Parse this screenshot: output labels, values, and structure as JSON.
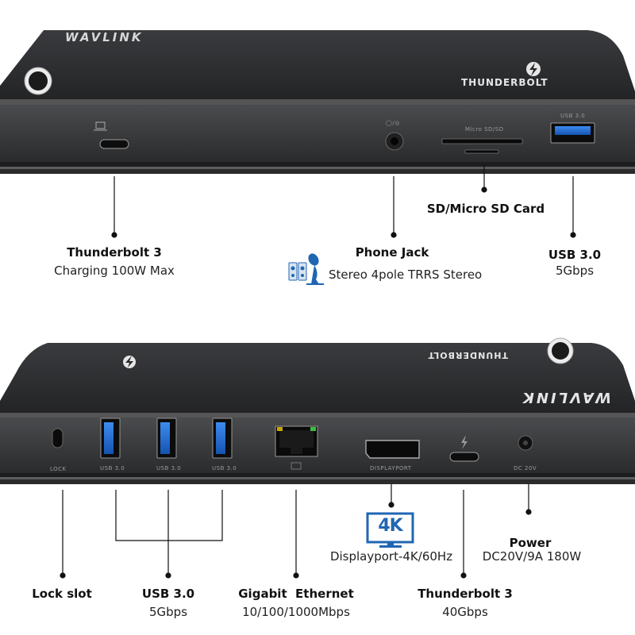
{
  "brand": "WAVLINK",
  "thunderbolt_logo_text": "THUNDERBOLT",
  "front": {
    "port_prints": {
      "audio": "◯/◎",
      "sd": "Micro SD/SD",
      "usb": "USB 3.0"
    },
    "labels": {
      "tb3": {
        "title": "Thunderbolt 3",
        "sub": "Charging 100W Max"
      },
      "phone": {
        "title": "Phone Jack",
        "sub": "Stereo 4pole TRRS Stereo"
      },
      "sd": {
        "title": "SD/Micro SD Card"
      },
      "usb": {
        "title": "USB 3.0",
        "sub": "5Gbps"
      }
    }
  },
  "rear": {
    "port_prints": {
      "lock": "LOCK",
      "usb1": "USB 3.0",
      "usb2": "USB 3.0",
      "usb3": "USB 3.0",
      "displayport": "DISPLAYPORT",
      "dc": "DC 20V"
    },
    "badge_4k": "4K",
    "labels": {
      "lock": {
        "title": "Lock slot"
      },
      "usb": {
        "title": "USB 3.0",
        "sub": "5Gbps"
      },
      "ethernet": {
        "title": "Gigabit  Ethernet",
        "sub": "10/100/1000Mbps"
      },
      "dp": {
        "sub": "Displayport-4K/60Hz"
      },
      "tb3": {
        "title": "Thunderbolt 3",
        "sub": "40Gbps"
      },
      "power": {
        "title": "Power",
        "sub": "DC20V/9A 180W"
      }
    }
  },
  "colors": {
    "body_top": "#2b2c2e",
    "body_front": "#3a3b3d",
    "accent_blue": "#1f66b3",
    "usb_blue": "#1e6fd6"
  }
}
